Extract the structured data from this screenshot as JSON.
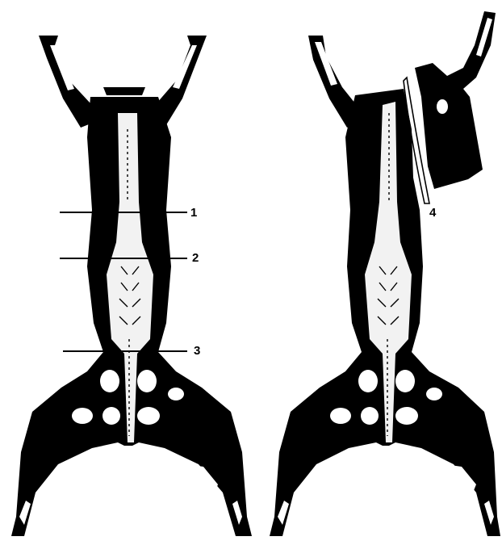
{
  "figure": {
    "labels": [
      "1",
      "2",
      "3",
      "4"
    ]
  },
  "colors": {
    "ink": "#000000",
    "paper": "#ffffff",
    "speckle": "#e8e8e8"
  }
}
